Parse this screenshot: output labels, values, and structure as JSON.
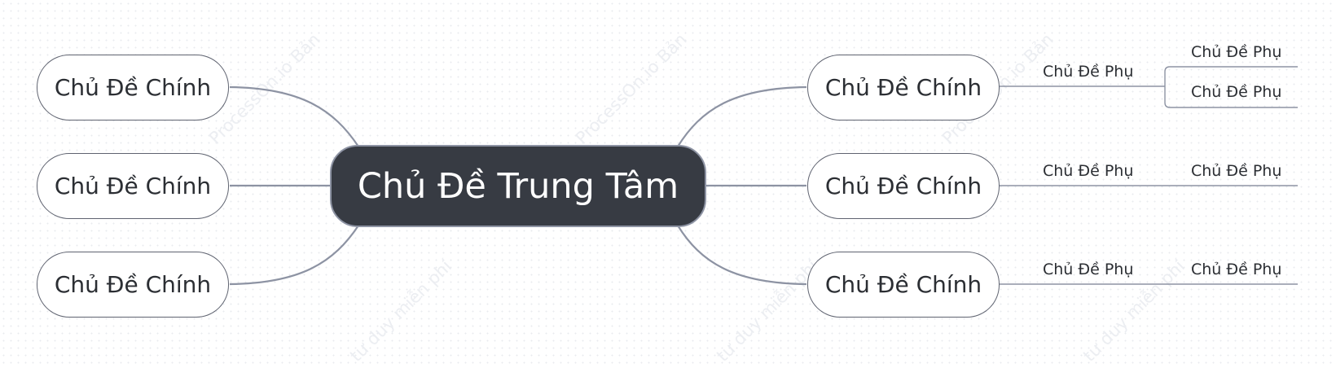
{
  "watermarks": {
    "brand": "ProcessOn.io Bản",
    "slogan": "tư duy miễn phí"
  },
  "central_topic": "Chủ Đề Trung Tâm",
  "left_topics": [
    "Chủ Đề Chính",
    "Chủ Đề Chính",
    "Chủ Đề Chính"
  ],
  "right_topics": [
    {
      "label": "Chủ Đề Chính",
      "subtopic": "Chủ Đề Phụ",
      "children": [
        "Chủ Đề Phụ",
        "Chủ Đề Phụ"
      ]
    },
    {
      "label": "Chủ Đề Chính",
      "subtopic": "Chủ Đề Phụ",
      "children": [
        "Chủ Đề Phụ"
      ]
    },
    {
      "label": "Chủ Đề Chính",
      "subtopic": "Chủ Đề Phụ",
      "children": [
        "Chủ Đề Phụ"
      ]
    }
  ],
  "colors": {
    "central_fill": "#373b43",
    "central_border": "#8d93a3",
    "connector": "#8d93a3",
    "node_border": "#5f6370",
    "text": "#2b2e33"
  }
}
